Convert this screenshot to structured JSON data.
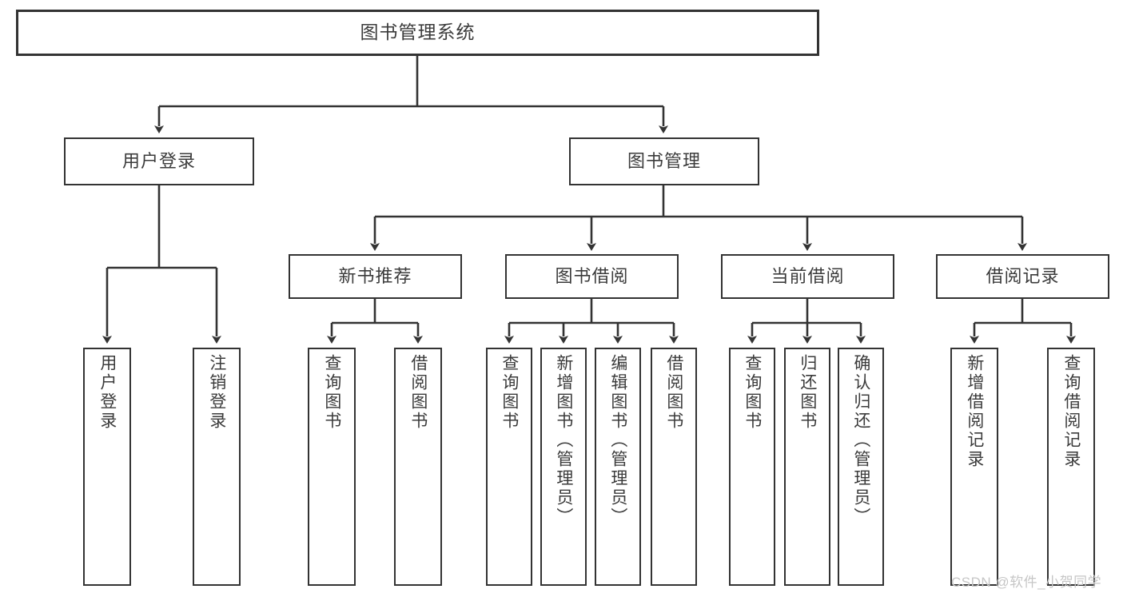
{
  "diagram": {
    "title": "图书管理系统",
    "type": "tree",
    "watermark": "CSDN @软件_小贺同学",
    "colors": {
      "box_border": "#333333",
      "box_fill": "#ffffff",
      "text": "#3b3b3b",
      "connector": "#333333",
      "watermark": "#c6c6c6",
      "background": "#ffffff"
    },
    "root": {
      "label": "图书管理系统"
    },
    "level2": [
      {
        "label": "用户登录"
      },
      {
        "label": "图书管理"
      }
    ],
    "level3": [
      {
        "label": "新书推荐"
      },
      {
        "label": "图书借阅"
      },
      {
        "label": "当前借阅"
      },
      {
        "label": "借阅记录"
      }
    ],
    "leaves": {
      "user_login": [
        {
          "label": "用户登录"
        },
        {
          "label": "注销登录"
        }
      ],
      "new_book": [
        {
          "label": "查询图书"
        },
        {
          "label": "借阅图书"
        }
      ],
      "borrow_book": [
        {
          "label": "查询图书"
        },
        {
          "label": "新增图书（管理员）"
        },
        {
          "label": "编辑图书（管理员）"
        },
        {
          "label": "借阅图书"
        }
      ],
      "current_borrow": [
        {
          "label": "查询图书"
        },
        {
          "label": "归还图书"
        },
        {
          "label": "确认归还（管理员）"
        }
      ],
      "borrow_record": [
        {
          "label": "新增借阅记录"
        },
        {
          "label": "查询借阅记录"
        }
      ]
    }
  }
}
